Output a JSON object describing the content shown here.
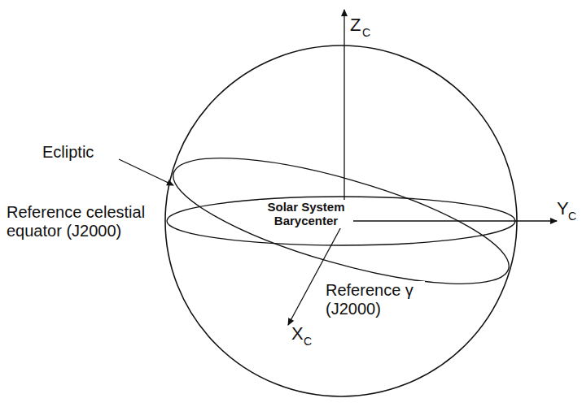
{
  "diagram": {
    "labels": [
      "Z",
      "C",
      "Ecliptic",
      "Reference celestial equator (J2000)",
      "Solar System Barycenter",
      "Y",
      "C",
      "Reference γ (J2000)",
      "X",
      "C"
    ]
  }
}
